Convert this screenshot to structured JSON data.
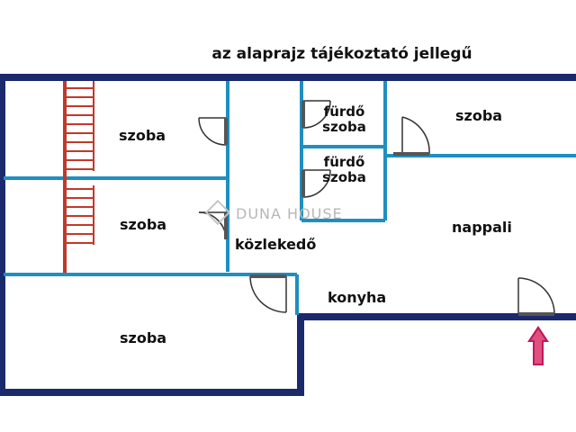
{
  "note": "az alaprajz tájékoztató jellegű",
  "watermark": "DUNA HOUSE",
  "rooms": {
    "szoba_top_left": "szoba",
    "szoba_mid_left": "szoba",
    "szoba_bottom_left": "szoba",
    "szoba_top_right": "szoba",
    "furdoszoba_1": {
      "line1": "fürdő",
      "line2": "szoba"
    },
    "furdoszoba_2": {
      "line1": "fürdő",
      "line2": "szoba"
    },
    "kozlekedo": "közlekedő",
    "konyha": "konyha",
    "nappali": "nappali"
  },
  "colors": {
    "outer_wall": "#1a2a6c",
    "inner_wall": "#1f8fc0",
    "stairs": "#c0392b",
    "door": "#333333",
    "entrance_arrow": "#c2185b"
  }
}
